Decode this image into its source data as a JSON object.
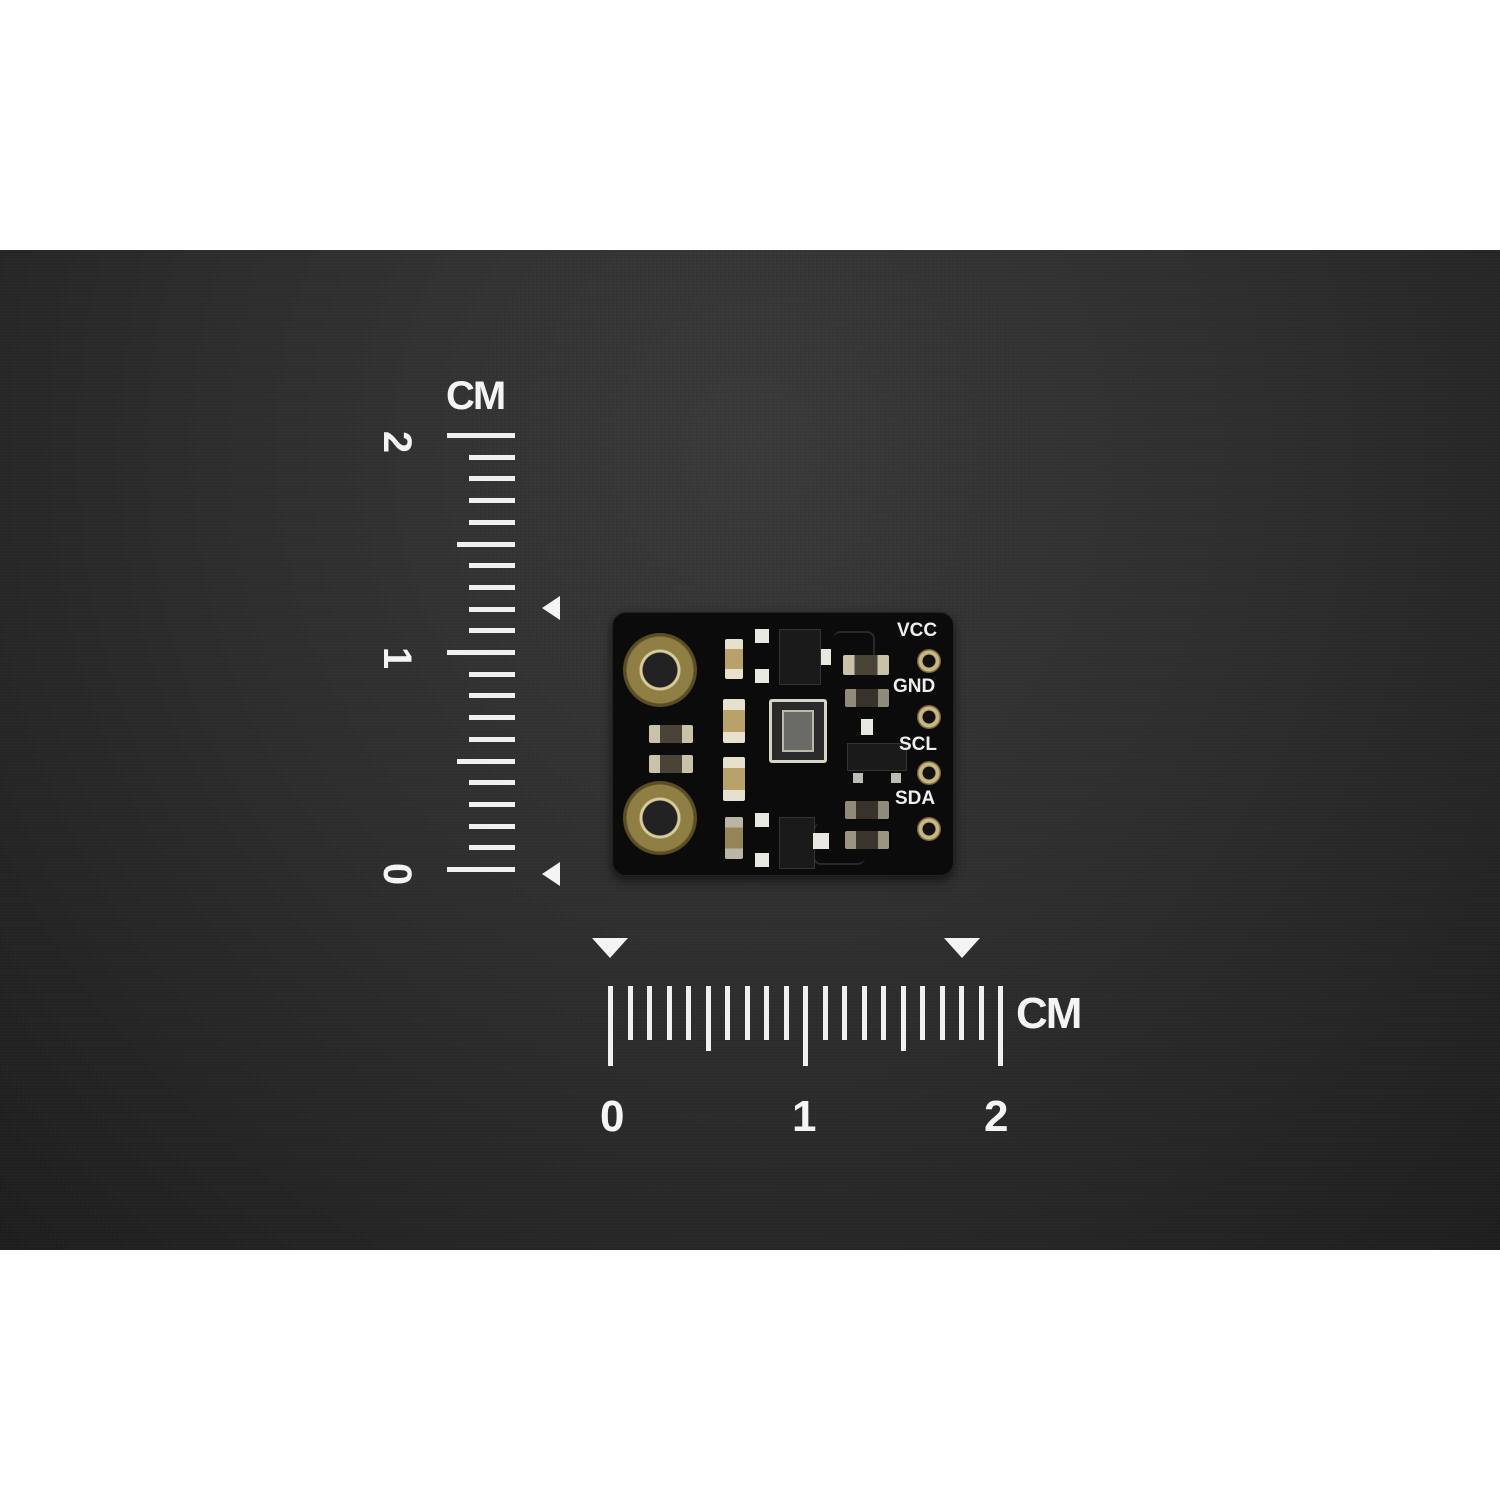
{
  "photo": {
    "subject": "sensor breakout board on dark background with centimeter scale rulers",
    "background_color": "#2c2c2c"
  },
  "vertical_ruler": {
    "unit_label": "CM",
    "numbers": [
      "2",
      "1",
      "0"
    ]
  },
  "horizontal_ruler": {
    "unit_label": "CM",
    "numbers": [
      "0",
      "1",
      "2"
    ]
  },
  "board": {
    "pin_labels": [
      "VCC",
      "GND",
      "SCL",
      "SDA"
    ]
  }
}
